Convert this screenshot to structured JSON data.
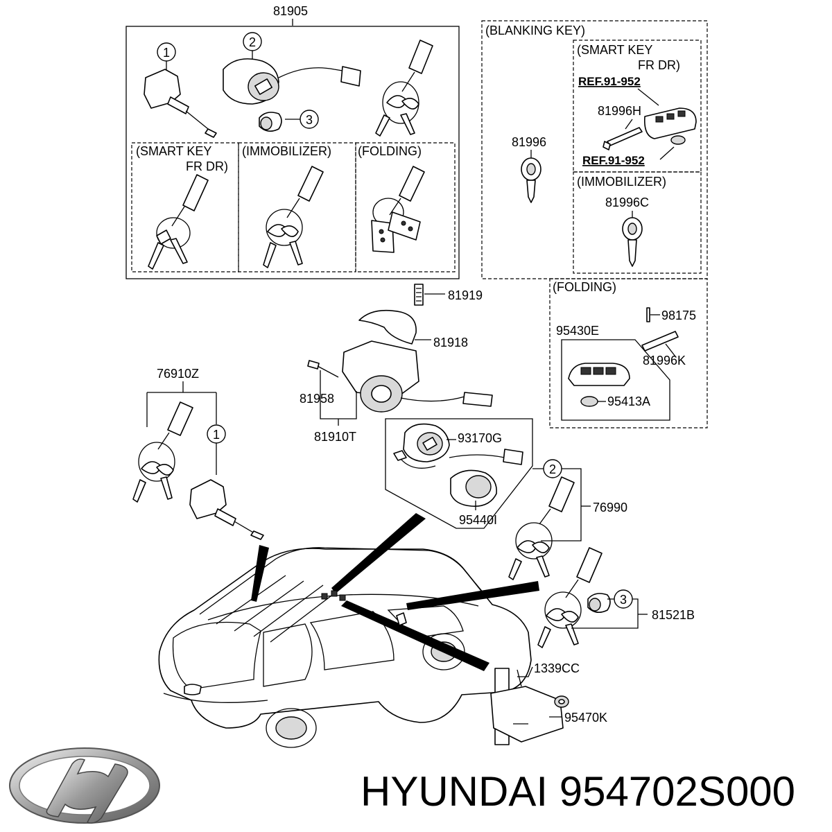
{
  "header": {
    "code_81905": "81905"
  },
  "group_labels": {
    "blanking_key": "(BLANKING KEY)",
    "smart_key_line1": "(SMART KEY",
    "smart_key_line2": "FR DR)",
    "smart_key_main_line1": "(SMART KEY",
    "smart_key_main_line2": "FR DR)",
    "immobilizer_main": "(IMMOBILIZER)",
    "folding_main": "(FOLDING)",
    "immobilizer_right": "(IMMOBILIZER)",
    "folding_right": "(FOLDING)"
  },
  "callouts": {
    "c1": "1",
    "c2": "2",
    "c3": "3"
  },
  "part_numbers": {
    "p81996": "81996",
    "p81996h": "81996H",
    "p81996c": "81996C",
    "ref1": "REF.91-952",
    "ref2": "REF.91-952",
    "p81919": "81919",
    "p81918": "81918",
    "p81958": "81958",
    "p81910t": "81910T",
    "p98175": "98175",
    "p95430e": "95430E",
    "p81996k": "81996K",
    "p95413a": "95413A",
    "p76910z": "76910Z",
    "p93170g": "93170G",
    "p95440i": "95440I",
    "p76990": "76990",
    "p81521b": "81521B",
    "p1339cc": "1339CC",
    "p95470k": "95470K"
  },
  "footer": {
    "brand": "HYUNDAI",
    "part_number": "954702S000",
    "logo_icon": "hyundai-logo-icon"
  }
}
